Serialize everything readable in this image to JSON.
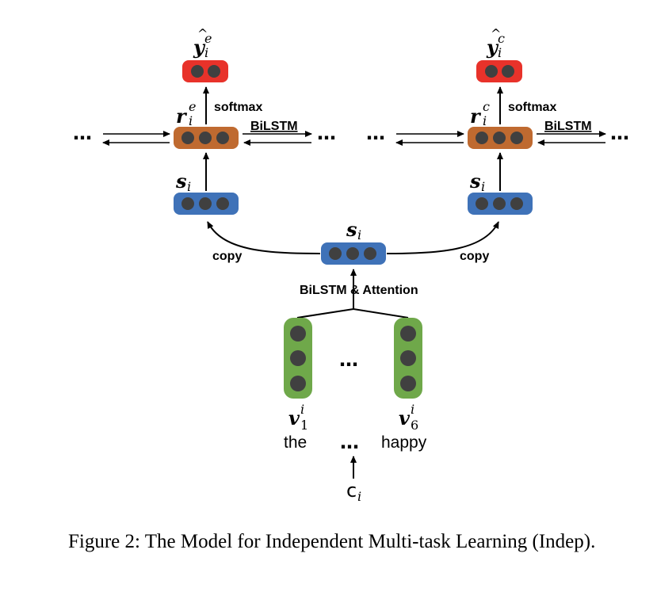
{
  "diagram": {
    "left_branch": {
      "output_symbol": "y",
      "output_super": "e",
      "output_sub": "i",
      "hidden_symbol": "r",
      "hidden_super": "e",
      "hidden_sub": "i",
      "softmax_label": "softmax",
      "bilstm_label": "BiLSTM",
      "shared_symbol": "s",
      "shared_sub": "i",
      "copy_label": "copy",
      "dots": "…"
    },
    "right_branch": {
      "output_symbol": "y",
      "output_super": "c",
      "output_sub": "i",
      "hidden_symbol": "r",
      "hidden_super": "c",
      "hidden_sub": "i",
      "softmax_label": "softmax",
      "bilstm_label": "BiLSTM",
      "shared_symbol": "s",
      "shared_sub": "i",
      "copy_label": "copy",
      "dots": "…"
    },
    "center": {
      "symbol": "s",
      "sub": "i",
      "encoder_label": "BiLSTM & Attention"
    },
    "inputs": {
      "first_symbol": "v",
      "first_super": "i",
      "first_sub": "1",
      "first_word": "the",
      "last_symbol": "v",
      "last_super": "i",
      "last_sub": "6",
      "last_word": "happy",
      "middle_dots": "…",
      "word_dots": "…",
      "context_symbol": "c",
      "context_sub": "i"
    },
    "colors": {
      "output_fill": "#e8322a",
      "hidden_fill": "#bf6a30",
      "shared_fill": "#3f72b8",
      "input_fill": "#6fa84a",
      "dot_fill": "#404040"
    }
  },
  "caption": {
    "text": "Figure 2: The Model for Independent Multi-task Learning (Indep)."
  }
}
